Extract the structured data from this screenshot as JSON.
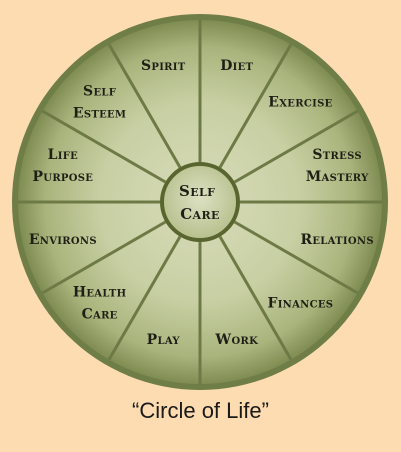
{
  "diagram": {
    "center": {
      "lines": [
        "Self",
        "Care"
      ]
    },
    "segments": [
      {
        "lines": [
          "Spirit"
        ]
      },
      {
        "lines": [
          "Diet"
        ]
      },
      {
        "lines": [
          "Exercise"
        ]
      },
      {
        "lines": [
          "Stress",
          "Mastery"
        ]
      },
      {
        "lines": [
          "Relations"
        ]
      },
      {
        "lines": [
          "Finances"
        ]
      },
      {
        "lines": [
          "Work"
        ]
      },
      {
        "lines": [
          "Play"
        ]
      },
      {
        "lines": [
          "Health",
          "Care"
        ]
      },
      {
        "lines": [
          "Environs"
        ]
      },
      {
        "lines": [
          "Life",
          "Purpose"
        ]
      },
      {
        "lines": [
          "Self",
          "Esteem"
        ]
      }
    ],
    "caption": "“Circle of Life”"
  },
  "colors": {
    "background": "#fddcb2",
    "wheel_outer": "#6f7d47",
    "wheel_inner": "#d3d8b3",
    "wheel_mid": "#b3bc88",
    "spoke": "#6e7a46",
    "hub_stroke": "#59652f"
  }
}
